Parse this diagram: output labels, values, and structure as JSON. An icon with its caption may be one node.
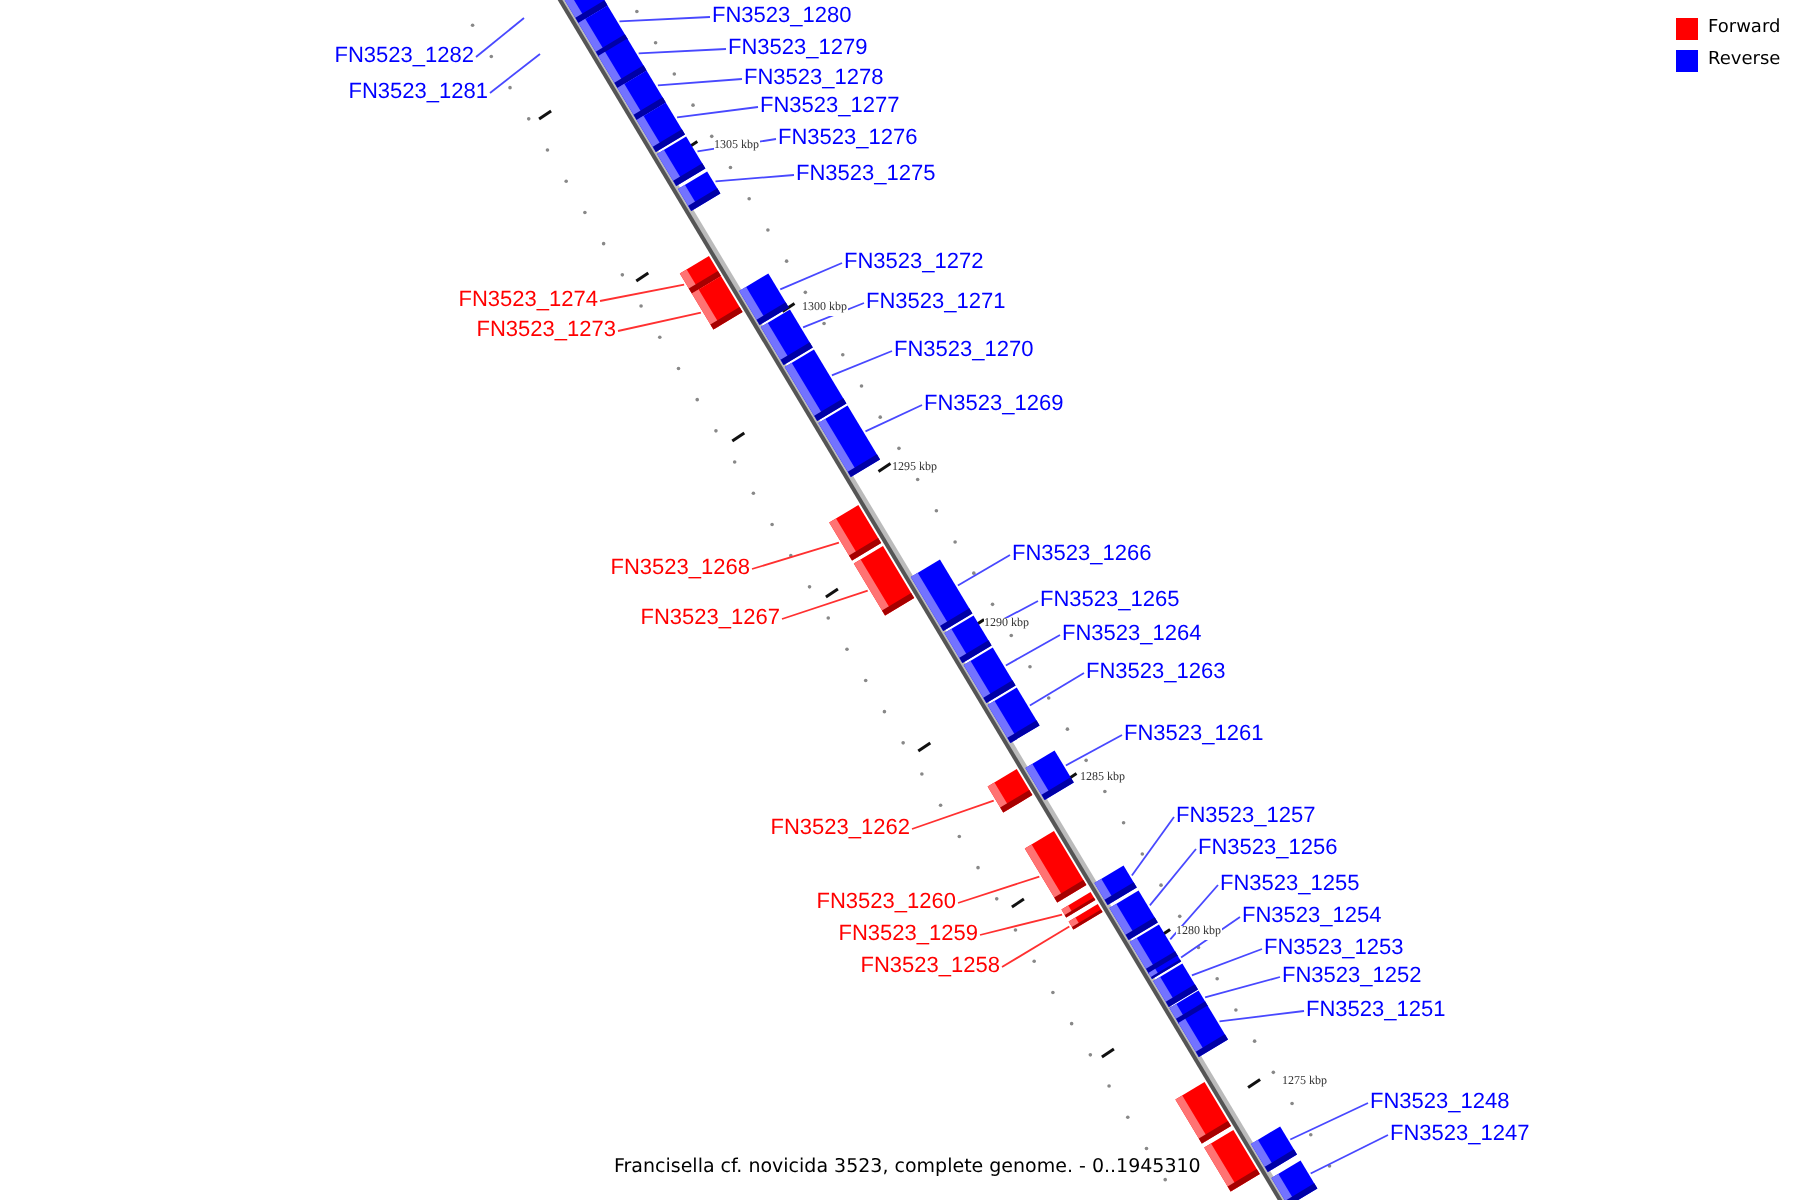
{
  "diagram": {
    "caption": "Francisella cf. novicida 3523, complete genome. - 0..1945310",
    "nodes": [
      {
        "text": [
          "FN3523_1282"
        ]
      },
      {
        "text": [
          "FN3523_1281"
        ]
      },
      {
        "text": [],
        "shape": "box"
      },
      {
        "text": [
          "FN3523_1280"
        ]
      },
      {
        "text": [],
        "shape": "box"
      },
      {
        "text": [
          "FN3523_1279"
        ]
      },
      {
        "text": [],
        "shape": "box"
      },
      {
        "text": [
          "FN3523_1278"
        ]
      },
      {
        "text": [],
        "shape": "box"
      },
      {
        "text": [
          "FN3523_1277"
        ]
      },
      {
        "text": [],
        "shape": "box"
      },
      {
        "text": [
          "FN3523_1276"
        ]
      },
      {
        "text": [],
        "shape": "box"
      },
      {
        "text": [
          "FN3523_1275"
        ]
      },
      {
        "text": [],
        "shape": "box"
      },
      {
        "text": [
          "FN3523_1274"
        ]
      },
      {
        "text": [],
        "shape": "box"
      },
      {
        "text": [
          "FN3523_1273"
        ]
      },
      {
        "text": [],
        "shape": "box"
      },
      {
        "text": [
          "FN3523_1272"
        ]
      },
      {
        "text": [],
        "shape": "box"
      },
      {
        "text": [
          "FN3523_1271"
        ]
      },
      {
        "text": [],
        "shape": "box"
      },
      {
        "text": [
          "FN3523_1270"
        ]
      },
      {
        "text": [],
        "shape": "box"
      },
      {
        "text": [
          "FN3523_1269"
        ]
      },
      {
        "text": [],
        "shape": "box"
      },
      {
        "text": [
          "FN3523_1268"
        ]
      },
      {
        "text": [],
        "shape": "box"
      },
      {
        "text": [
          "FN3523_1267"
        ]
      },
      {
        "text": [],
        "shape": "box"
      },
      {
        "text": [
          "FN3523_1266"
        ]
      },
      {
        "text": [],
        "shape": "box"
      },
      {
        "text": [
          "FN3523_1265"
        ]
      },
      {
        "text": [],
        "shape": "box"
      },
      {
        "text": [
          "FN3523_1264"
        ]
      },
      {
        "text": [],
        "shape": "box"
      },
      {
        "text": [
          "FN3523_1263"
        ]
      },
      {
        "text": [],
        "shape": "box"
      },
      {
        "text": [
          "FN3523_1262"
        ]
      },
      {
        "text": [],
        "shape": "box"
      },
      {
        "text": [
          "FN3523_1261"
        ]
      },
      {
        "text": [],
        "shape": "box"
      },
      {
        "text": [
          "FN3523_1260"
        ]
      },
      {
        "text": [],
        "shape": "box"
      },
      {
        "text": [
          "FN3523_1259"
        ]
      },
      {
        "text": [],
        "shape": "box"
      },
      {
        "text": [
          "FN3523_1258"
        ]
      },
      {
        "text": [],
        "shape": "box"
      },
      {
        "text": [
          "FN3523_1257"
        ]
      },
      {
        "text": [],
        "shape": "box"
      },
      {
        "text": [
          "FN3523_1256"
        ]
      },
      {
        "text": [],
        "shape": "box"
      },
      {
        "text": [
          "FN3523_1255"
        ]
      },
      {
        "text": [],
        "shape": "box"
      },
      {
        "text": [
          "FN3523_1254"
        ]
      },
      {
        "text": [],
        "shape": "box"
      },
      {
        "text": [
          "FN3523_1253"
        ]
      },
      {
        "text": [],
        "shape": "box"
      },
      {
        "text": [
          "FN3523_1252"
        ]
      },
      {
        "text": [],
        "shape": "box"
      },
      {
        "text": [
          "FN3523_1251"
        ]
      },
      {
        "text": [],
        "shape": "box"
      },
      {
        "text": [],
        "shape": "box"
      },
      {
        "text": [],
        "shape": "box"
      },
      {
        "text": [
          "FN3523_1248"
        ]
      },
      {
        "text": [],
        "shape": "box"
      },
      {
        "text": [
          "FN3523_1247"
        ]
      },
      {
        "text": [],
        "shape": "box"
      }
    ],
    "edges": [
      {
        "from": 0,
        "to": null,
        "arrow": "none"
      },
      {
        "from": 1,
        "to": null,
        "arrow": "none"
      },
      {
        "from": 3,
        "to": 4,
        "arrow": "none"
      },
      {
        "from": 5,
        "to": 6,
        "arrow": "none"
      },
      {
        "from": 7,
        "to": 8,
        "arrow": "none"
      },
      {
        "from": 9,
        "to": 10,
        "arrow": "none"
      },
      {
        "from": 11,
        "to": 12,
        "arrow": "none"
      },
      {
        "from": 13,
        "to": 14,
        "arrow": "none"
      },
      {
        "from": 15,
        "to": 16,
        "arrow": "none",
        "color": "#ff3030"
      },
      {
        "from": 17,
        "to": 18,
        "arrow": "none",
        "color": "#ff3030"
      },
      {
        "from": 19,
        "to": 20,
        "arrow": "none"
      },
      {
        "from": 21,
        "to": 22,
        "arrow": "none"
      },
      {
        "from": 23,
        "to": 24,
        "arrow": "none"
      },
      {
        "from": 25,
        "to": 26,
        "arrow": "none"
      },
      {
        "from": 27,
        "to": 28,
        "arrow": "none",
        "color": "#ff3030"
      },
      {
        "from": 29,
        "to": 30,
        "arrow": "none",
        "color": "#ff3030"
      },
      {
        "from": 31,
        "to": 32,
        "arrow": "none"
      },
      {
        "from": 33,
        "to": 34,
        "arrow": "none"
      },
      {
        "from": 35,
        "to": 36,
        "arrow": "none"
      },
      {
        "from": 37,
        "to": 38,
        "arrow": "none"
      },
      {
        "from": 39,
        "to": 40,
        "arrow": "none",
        "color": "#ff3030"
      },
      {
        "from": 41,
        "to": 42,
        "arrow": "none"
      },
      {
        "from": 43,
        "to": 44,
        "arrow": "none",
        "color": "#ff3030"
      },
      {
        "from": 45,
        "to": 46,
        "arrow": "none",
        "color": "#ff3030"
      },
      {
        "from": 47,
        "to": 48,
        "arrow": "none",
        "color": "#ff3030"
      },
      {
        "from": 49,
        "to": 50,
        "arrow": "none"
      },
      {
        "from": 51,
        "to": 52,
        "arrow": "none"
      },
      {
        "from": 53,
        "to": 54,
        "arrow": "none"
      },
      {
        "from": 55,
        "to": 56,
        "arrow": "none"
      },
      {
        "from": 57,
        "to": 58,
        "arrow": "none"
      },
      {
        "from": 59,
        "to": 60,
        "arrow": "none"
      },
      {
        "from": 61,
        "to": 62,
        "arrow": "none"
      },
      {
        "from": 65,
        "to": 66,
        "arrow": "none"
      },
      {
        "from": 67,
        "to": 68,
        "arrow": "none"
      }
    ],
    "labels": [
      "1305 kbp",
      "1300 kbp",
      "1295 kbp",
      "1290 kbp",
      "1285 kbp",
      "1280 kbp",
      "1275 kbp"
    ],
    "legend": [
      {
        "text": "Forward",
        "color": "#ff0000"
      },
      {
        "text": "Reverse",
        "color": "#0000ff"
      }
    ]
  }
}
